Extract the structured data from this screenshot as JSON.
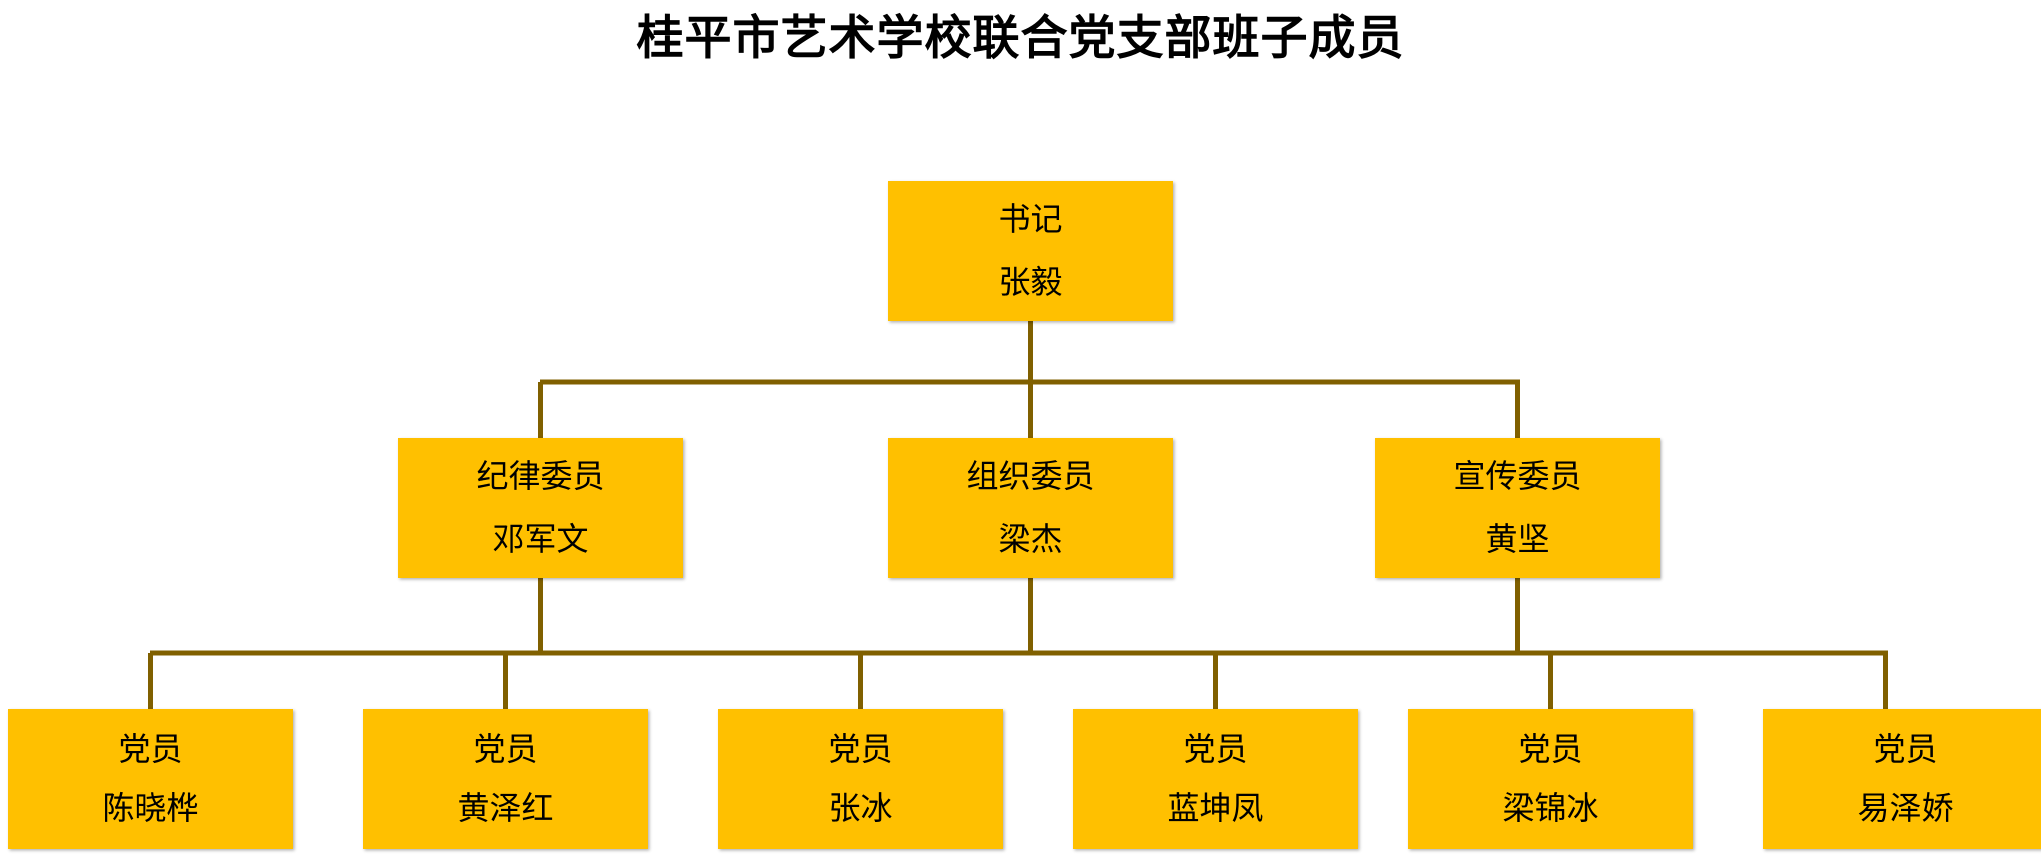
{
  "title": "桂平市艺术学校联合党支部班子成员",
  "colors": {
    "node_fill": "#FFC000",
    "connector": "#806000",
    "text": "#000000",
    "background": "#FFFFFF"
  },
  "levels": {
    "level_1": [
      {
        "role": "书记",
        "name": "张毅"
      }
    ],
    "level_2": [
      {
        "role": "纪律委员",
        "name": "邓军文"
      },
      {
        "role": "组织委员",
        "name": "梁杰"
      },
      {
        "role": "宣传委员",
        "name": "黄坚"
      }
    ],
    "level_3": [
      {
        "role": "党员",
        "name": "陈晓桦"
      },
      {
        "role": "党员",
        "name": "黄泽红"
      },
      {
        "role": "党员",
        "name": "张冰"
      },
      {
        "role": "党员",
        "name": "蓝坤凤"
      },
      {
        "role": "党员",
        "name": "梁锦冰"
      },
      {
        "role": "党员",
        "name": "易泽娇"
      }
    ]
  }
}
